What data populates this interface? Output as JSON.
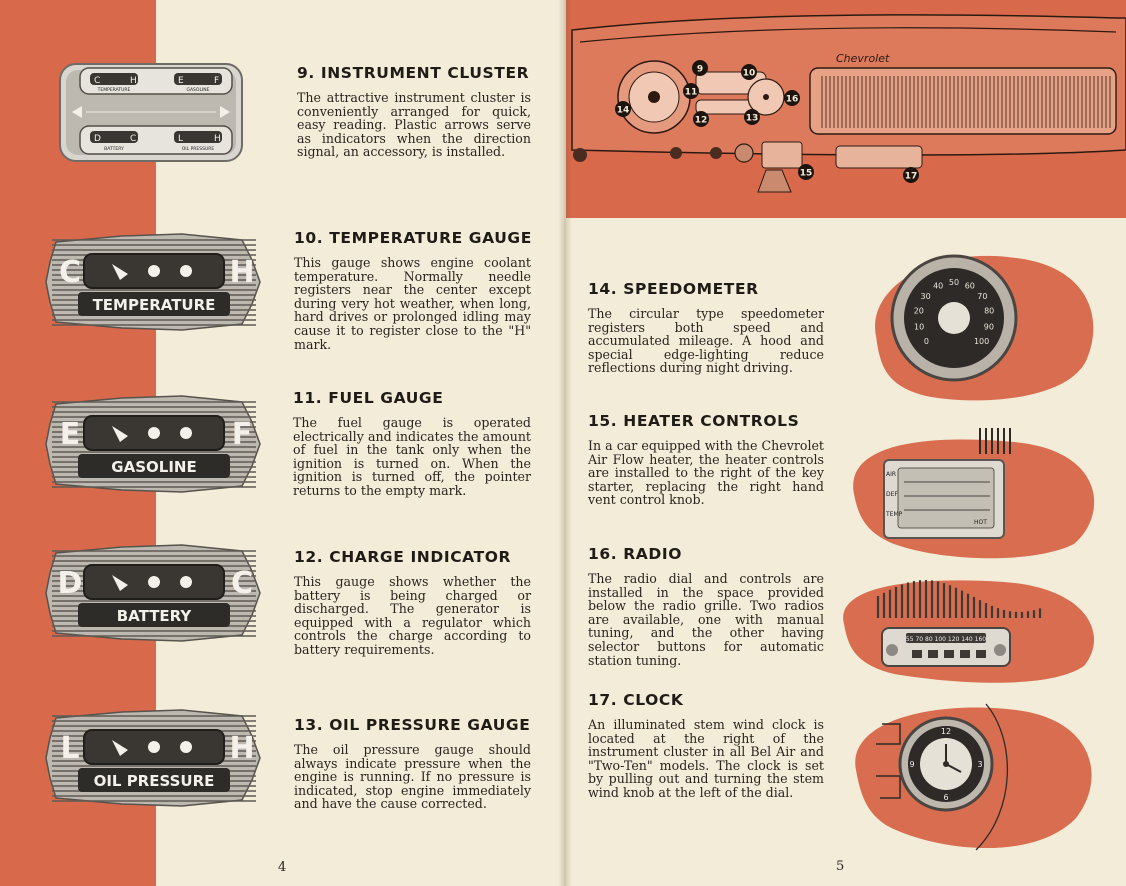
{
  "left_page": {
    "page_number": "4",
    "sections": [
      {
        "heading": "9. INSTRUMENT CLUSTER",
        "body": "The attractive instrument cluster is conveniently arranged for quick, easy reading. Plastic arrows serve as indicators when the direction signal, an accessory, is installed."
      },
      {
        "heading": "10. TEMPERATURE GAUGE",
        "body": "This gauge shows engine coolant temperature. Normally needle registers near the center except during very hot weather, when long, hard drives or prolonged idling may cause it to register close to the \"H\" mark."
      },
      {
        "heading": "11. FUEL GAUGE",
        "body": "The fuel gauge is operated electrically and indicates the amount of fuel in the tank only when the ignition is turned on. When the ignition is turned off, the pointer returns to the empty mark."
      },
      {
        "heading": "12. CHARGE INDICATOR",
        "body": "This gauge shows whether the battery is being charged or discharged. The generator is equipped with a regulator which controls the charge according to battery requirements."
      },
      {
        "heading": "13. OIL PRESSURE GAUGE",
        "body": "The oil pressure gauge should always indicate pressure when the engine is running. If no pressure is indicated, stop engine immediately and have the cause corrected."
      }
    ],
    "cluster": {
      "top_left": {
        "left": "C",
        "right": "H",
        "label": "TEMPERATURE"
      },
      "top_right": {
        "left": "E",
        "right": "F",
        "label": "GASOLINE"
      },
      "bottom_left": {
        "left": "D",
        "right": "C",
        "label": "BATTERY"
      },
      "bottom_right": {
        "left": "L",
        "right": "H",
        "label": "OIL PRESSURE"
      }
    },
    "gauges": [
      {
        "left": "C",
        "right": "H",
        "label": "TEMPERATURE"
      },
      {
        "left": "E",
        "right": "F",
        "label": "GASOLINE"
      },
      {
        "left": "D",
        "right": "C",
        "label": "BATTERY"
      },
      {
        "left": "L",
        "right": "H",
        "label": "OIL PRESSURE"
      }
    ]
  },
  "right_page": {
    "page_number": "5",
    "dashboard": {
      "script": "Chevrolet",
      "callouts": [
        "9",
        "10",
        "11",
        "12",
        "13",
        "14",
        "15",
        "16",
        "17"
      ]
    },
    "sections": [
      {
        "heading": "14. SPEEDOMETER",
        "body": "The circular type speedometer registers both speed and accumulated mileage. A hood and special edge-lighting reduce reflections during night driving."
      },
      {
        "heading": "15. HEATER CONTROLS",
        "body": "In a car equipped with the Chevrolet Air Flow heater, the heater controls are installed to the right of the key starter, replacing the right hand vent control knob."
      },
      {
        "heading": "16. RADIO",
        "body": "The radio dial and controls are installed in the space provided below the radio grille. Two radios are available, one with manual tuning, and the other having selector buttons for automatic station tuning."
      },
      {
        "heading": "17. CLOCK",
        "body": "An illuminated stem wind clock is located at the right of the instrument cluster in all Bel Air and \"Two-Ten\" models. The clock is set by pulling out and turning the stem wind knob at the left of the dial."
      }
    ],
    "speedometer_numbers": [
      "0",
      "10",
      "20",
      "30",
      "40",
      "50",
      "60",
      "70",
      "80",
      "90",
      "100"
    ],
    "heater_labels": [
      "AIR",
      "DEF",
      "TEMP",
      "HOT"
    ],
    "radio_dial": "55 70 80 100 120 140 160",
    "clock_numbers": [
      "12",
      "3",
      "6",
      "9"
    ]
  },
  "colors": {
    "accent": "#d8694a",
    "paper": "#f3ecd8",
    "ink": "#2a241f",
    "chrome": "#8a8a8a"
  }
}
